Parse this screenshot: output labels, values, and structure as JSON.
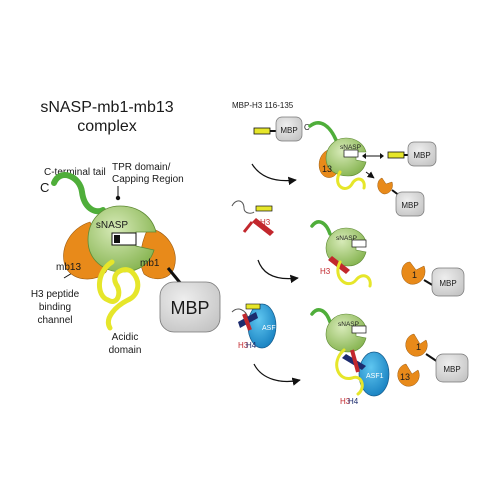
{
  "title": {
    "line1": "sNASP-mb1-mb13",
    "line2": "complex"
  },
  "main_complex": {
    "c_terminal_tail": "C-terminal tail",
    "c_label": "C",
    "tpr_line1": "TPR domain/",
    "tpr_line2": "Capping Region",
    "snasp": "sNASP",
    "mb13": "mb13",
    "mb1": "mb1",
    "peptide_line1": "H3 peptide",
    "peptide_line2": "binding",
    "peptide_line3": "channel",
    "acidic_line1": "Acidic",
    "acidic_line2": "domain",
    "mbp": "MBP"
  },
  "row1": {
    "header": "MBP-H3 116-135",
    "mbp_left": "MBP",
    "c_label": "C",
    "snasp": "sNASP",
    "num13": "13",
    "mbp_right_top": "MBP",
    "mbp_right_bottom": "MBP"
  },
  "row2": {
    "h3_left": "H3",
    "snasp": "sNASP",
    "h3_bound": "H3",
    "num1": "1",
    "mbp": "MBP"
  },
  "row3": {
    "asf1_left": "ASF1",
    "h3_left": "H3",
    "h4_left": "H4",
    "snasp": "sNASP",
    "asf1_right": "ASF1",
    "h3_right": "H3",
    "h4_right": "H4",
    "num1": "1",
    "num13": "13",
    "mbp": "MBP"
  },
  "colors": {
    "snasp_green": "#9bc468",
    "tail_green": "#4fae3a",
    "orange": "#e88a1a",
    "yellow": "#e6e62a",
    "grey": "#d2d2d2",
    "red": "#c2272d",
    "blue": "#1f9fd8",
    "navy": "#1c2b6e"
  }
}
